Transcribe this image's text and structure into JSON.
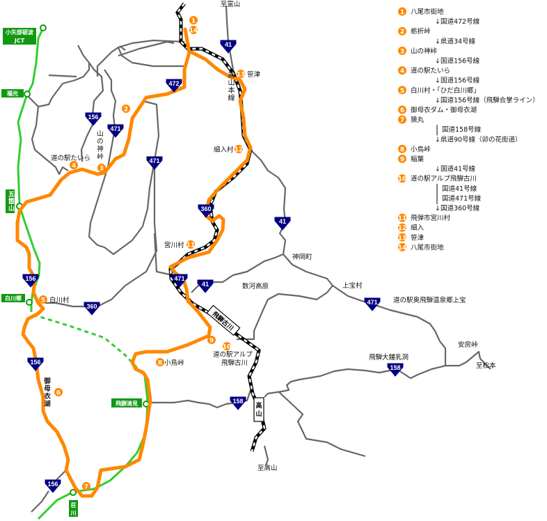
{
  "colors": {
    "route": "#ff8800",
    "expressway": "#33cc33",
    "road": "#666666",
    "shield": "#000080",
    "ic_box": "#119911",
    "rail": "#000000"
  },
  "legend": [
    {
      "num": "1",
      "text": "八尾市街地"
    },
    {
      "arrow": "↓国道472号線"
    },
    {
      "num": "2",
      "text": "栃折峠"
    },
    {
      "arrow": "↓県道34号線"
    },
    {
      "num": "3",
      "text": "山の神峠"
    },
    {
      "arrow": "↓国道156号線"
    },
    {
      "num": "4",
      "text": "道の駅たいら"
    },
    {
      "arrow": "↓国道156号線"
    },
    {
      "num": "5",
      "text": "白川村・「ひだ白川郷」"
    },
    {
      "arrow": "↓国道156号線（飛騨合掌ライン）"
    },
    {
      "num": "6",
      "text": "御母衣ダム・御母衣湖"
    },
    {
      "num": "7",
      "text": "猿丸"
    },
    {
      "bar": "国道158号線"
    },
    {
      "arrow": "↓県道90号線（卯の花街道）"
    },
    {
      "num": "8",
      "text": "小鳥峠"
    },
    {
      "num": "9",
      "text": "稲葉"
    },
    {
      "arrow": "↓国道41号線"
    },
    {
      "num": "10",
      "text": "道の駅アルプ飛騨古川"
    },
    {
      "bar": "国道41号線"
    },
    {
      "bar": "国道471号線"
    },
    {
      "arrow": "↓国道360号線"
    },
    {
      "num": "11",
      "text": "飛弾市宮川村"
    },
    {
      "num": "12",
      "text": "細入"
    },
    {
      "num": "13",
      "text": "笹津"
    },
    {
      "num": "14",
      "text": "八尾市街地"
    }
  ],
  "shields": [
    "41",
    "472",
    "156",
    "471",
    "471",
    "360",
    "41",
    "471",
    "41",
    "360",
    "156",
    "156",
    "156",
    "471",
    "158",
    "158"
  ],
  "interchanges": [
    "小矢部砺波",
    "JCT",
    "福光",
    "五箇山",
    "白川郷",
    "飛騨清見",
    "荘川"
  ],
  "stations": [
    "飛騨古川",
    "高山"
  ],
  "labels": [
    "至富山",
    "笹津",
    "高山本線",
    "細入村",
    "宮川村",
    "道の駅たいら",
    "山の神峠",
    "白川村",
    "御母衣湖",
    "小鳥峠",
    "道の駅アルプ",
    "飛騨古川",
    "神岡町",
    "数河高原",
    "上宝村",
    "道の駅奥飛騨温泉郷上宝",
    "安房峠",
    "至松本",
    "飛騨大鍾乳洞",
    "至高山"
  ],
  "route_points": [
    "1",
    "14",
    "13",
    "12",
    "11",
    "2",
    "4",
    "3",
    "5",
    "6",
    "7",
    "8",
    "9",
    "10"
  ]
}
